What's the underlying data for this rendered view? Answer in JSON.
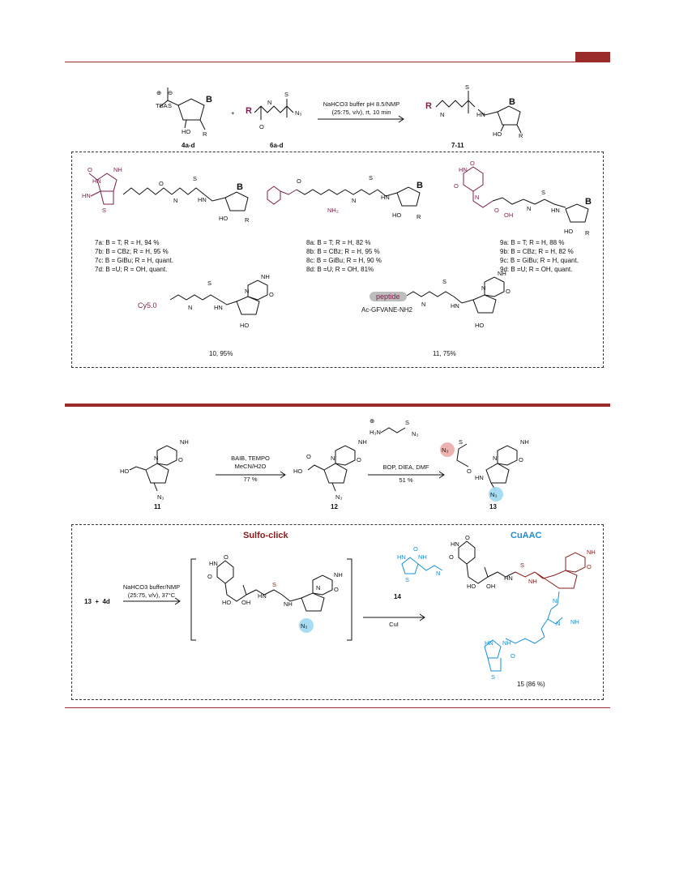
{
  "scheme1": {
    "reagent_thioacid_label": "4a-d",
    "reagent_azide_label": "6a-d",
    "product_label": "7-11",
    "conditions": [
      "NaHCO3 buffer pH 8.5/NMP",
      "(25:75, v/v), rt, 10 min"
    ],
    "tba": "TBA",
    "compounds_7": [
      "7a: B = T; R = H, 94 %",
      "7b: B = CBz; R = H, 95 %",
      "7c: B = GiBu; R = H, quant.",
      "7d: B =U; R = OH, quant."
    ],
    "compounds_8": [
      "8a: B = T; R = H, 82 %",
      "8b: B = CBz; R = H, 95 %",
      "8c: B = GiBu; R = H, 90 %",
      "8d: B =U; R = OH, 81%"
    ],
    "compounds_9": [
      "9a: B = T; R = H, 88 %",
      "9b: B = CBz; R = H, 82 %",
      "9c: B = GiBu; R = H, quant.",
      "9d: B =U; R = OH, quant."
    ],
    "compound_10": "10, 95%",
    "compound_11": "11, 75%",
    "cy5_label": "Cy5.0",
    "peptide_label": "peptide",
    "peptide_seq": "Ac-GFVANE-NH2"
  },
  "scheme2": {
    "start_label": "11",
    "mid_label": "12",
    "end_label": "13",
    "cond1": [
      "BAIB, TEMPO",
      "MeCN/H2O",
      "77 %"
    ],
    "cond2": [
      "BOP, DIEA, DMF",
      "51 %"
    ],
    "sulfo_click_title": "Sulfo-click",
    "cuaac_title": "CuAAC",
    "reactants": "13  +  4d",
    "cond3": [
      "NaHCO3 buffer/NMP",
      "(25:75, v/v), 37°C"
    ],
    "reagent14_label": "14",
    "cond4": "CuI",
    "product15": "15 (86 %)"
  }
}
